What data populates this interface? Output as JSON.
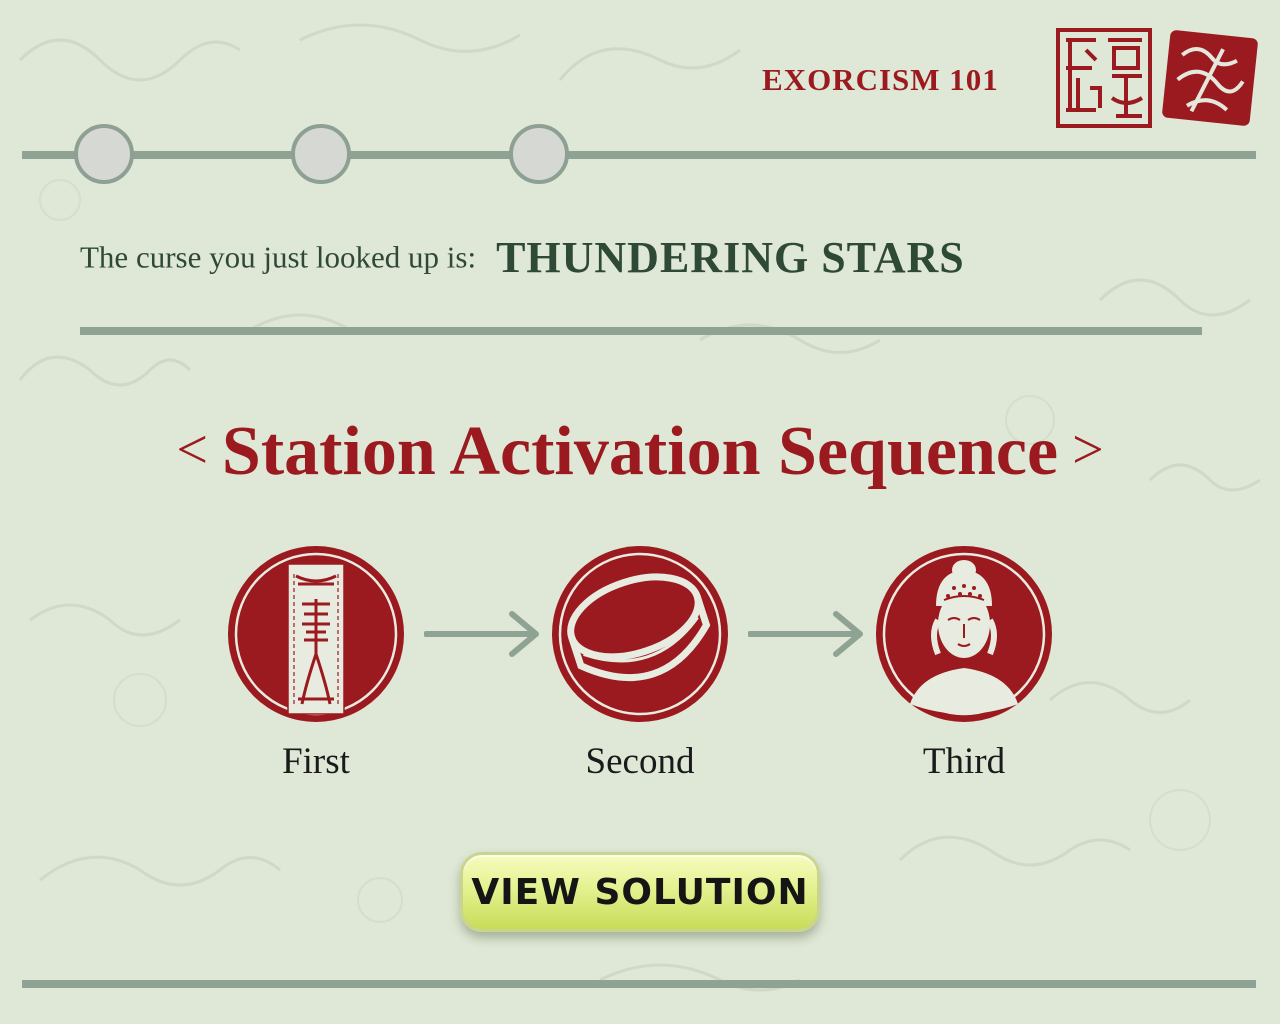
{
  "header": {
    "title": "EXORCISM 101"
  },
  "progress": {
    "steps": 3
  },
  "curse": {
    "label": "The curse you just looked up is:",
    "name": "THUNDERING STARS"
  },
  "sequence": {
    "heading": "Station Activation Sequence",
    "open_bracket": "<",
    "close_bracket": ">",
    "stations": [
      {
        "label": "First",
        "icon": "talisman-banner-icon"
      },
      {
        "label": "Second",
        "icon": "drum-icon"
      },
      {
        "label": "Third",
        "icon": "buddha-head-icon"
      }
    ]
  },
  "button": {
    "label": "VIEW SOLUTION"
  },
  "colors": {
    "background": "#dfe7d6",
    "accent_red": "#9b1a1f",
    "dark_green": "#2e4a37",
    "line_gray_green": "#8fa394",
    "button_yellow_green": "#e4f290"
  }
}
